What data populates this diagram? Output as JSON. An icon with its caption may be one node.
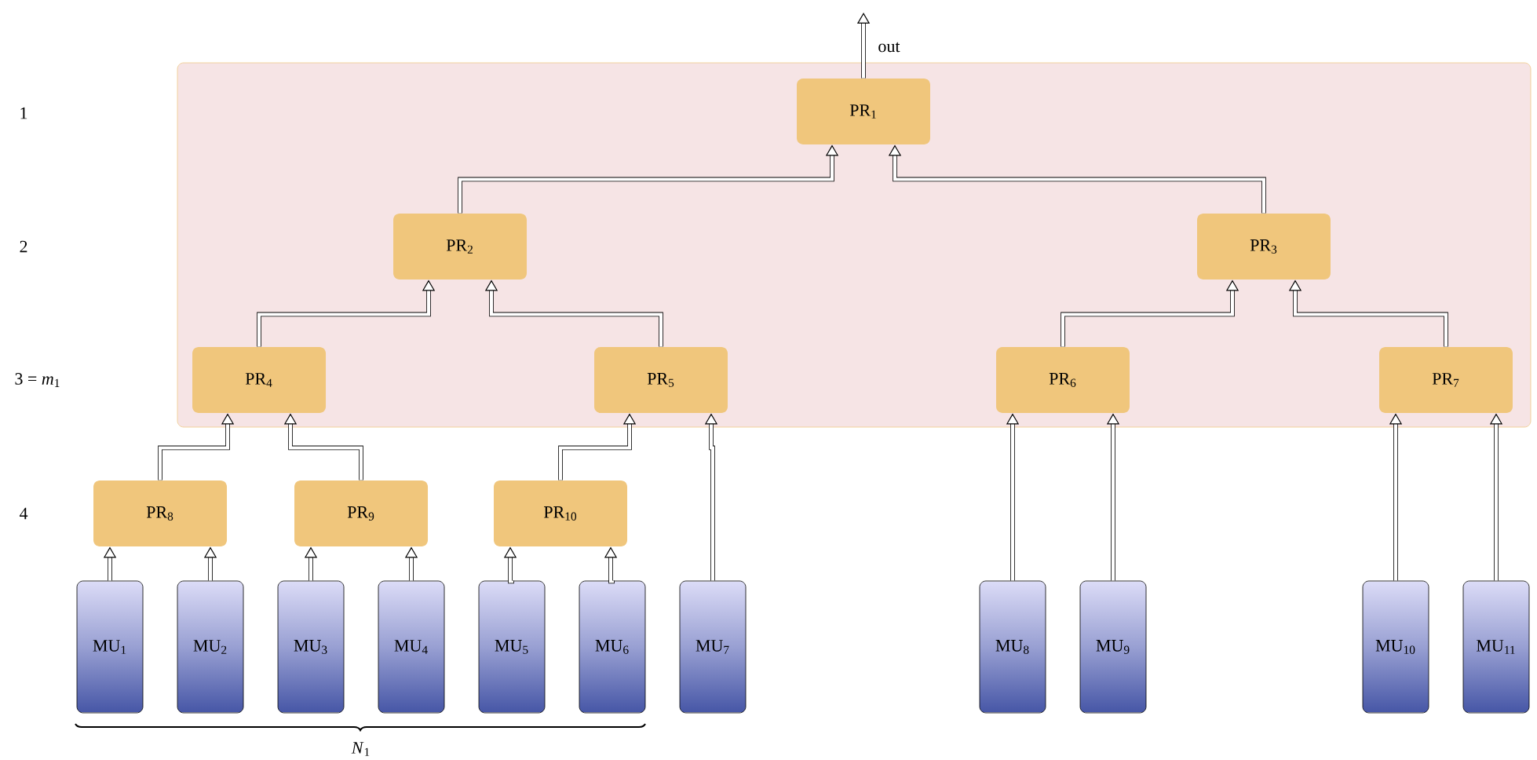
{
  "diagram": {
    "nodes": [
      {
        "text": [],
        "shape": "box"
      },
      {
        "text": [
          "PR$_{1}$"
        ],
        "in": 0
      },
      {
        "text": [
          "PR$_{2}$"
        ],
        "in": 0
      },
      {
        "text": [
          "PR$_{3}$"
        ],
        "in": 0
      },
      {
        "text": [
          "PR$_{4}$"
        ],
        "in": 0
      },
      {
        "text": [
          "PR$_{5}$"
        ],
        "in": 0
      },
      {
        "text": [
          "PR$_{6}$"
        ],
        "in": 0
      },
      {
        "text": [
          "PR$_{7}$"
        ],
        "in": 0
      },
      {
        "text": [
          "PR$_{8}$"
        ]
      },
      {
        "text": [
          "PR$_{9}$"
        ]
      },
      {
        "text": [
          "PR$_{10}$"
        ]
      },
      {
        "text": [
          "MU$_{1}$"
        ]
      },
      {
        "text": [
          "MU$_{2}$"
        ]
      },
      {
        "text": [
          "MU$_{3}$"
        ]
      },
      {
        "text": [
          "MU$_{4}$"
        ]
      },
      {
        "text": [
          "MU$_{5}$"
        ]
      },
      {
        "text": [
          "MU$_{6}$"
        ]
      },
      {
        "text": [
          "MU$_{7}$"
        ]
      },
      {
        "text": [
          "MU$_{8}$"
        ]
      },
      {
        "text": [
          "MU$_{9}$"
        ]
      },
      {
        "text": [
          "MU$_{10}$"
        ]
      },
      {
        "text": [
          "MU$_{11}$"
        ]
      }
    ],
    "edges": [
      {
        "from": 1,
        "to": null,
        "arrow": "to",
        "label": "out"
      },
      {
        "from": 2,
        "to": 1,
        "arrow": "to"
      },
      {
        "from": 3,
        "to": 1,
        "arrow": "to"
      },
      {
        "from": 4,
        "to": 2,
        "arrow": "to"
      },
      {
        "from": 5,
        "to": 2,
        "arrow": "to"
      },
      {
        "from": 6,
        "to": 3,
        "arrow": "to"
      },
      {
        "from": 7,
        "to": 3,
        "arrow": "to"
      },
      {
        "from": 8,
        "to": 4,
        "arrow": "to"
      },
      {
        "from": 9,
        "to": 4,
        "arrow": "to"
      },
      {
        "from": 10,
        "to": 5,
        "arrow": "to"
      },
      {
        "from": 17,
        "to": 5,
        "arrow": "to"
      },
      {
        "from": 18,
        "to": 6,
        "arrow": "to"
      },
      {
        "from": 19,
        "to": 6,
        "arrow": "to"
      },
      {
        "from": 20,
        "to": 7,
        "arrow": "to"
      },
      {
        "from": 21,
        "to": 7,
        "arrow": "to"
      },
      {
        "from": 11,
        "to": 8,
        "arrow": "to"
      },
      {
        "from": 12,
        "to": 8,
        "arrow": "to"
      },
      {
        "from": 13,
        "to": 9,
        "arrow": "to"
      },
      {
        "from": 14,
        "to": 9,
        "arrow": "to"
      },
      {
        "from": 15,
        "to": 10,
        "arrow": "to"
      },
      {
        "from": 16,
        "to": 10,
        "arrow": "to"
      }
    ],
    "labels": [
      "1",
      "2",
      "3 = *m*$_{1}$",
      "4",
      "*N*$_{1}$"
    ]
  }
}
